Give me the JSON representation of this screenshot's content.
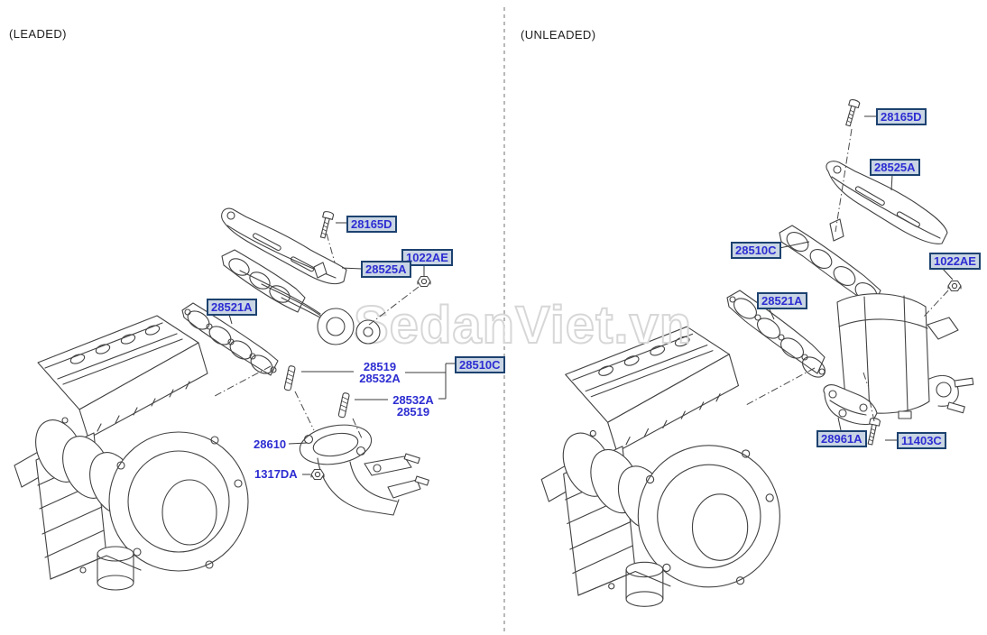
{
  "page": {
    "left_section_title": "(LEADED)",
    "right_section_title": "(UNLEADED)",
    "watermark": "SedanViet.vn"
  },
  "colors": {
    "part_label_text": "#2d2dd2",
    "part_label_box_background": "#c9d5e4",
    "part_label_box_border": "#1d4270",
    "drawing_line": "#434343",
    "watermark_outline": "#d7d7d7",
    "divider_line": "#8a8a8a",
    "background": "#ffffff"
  },
  "leaded": {
    "labels": {
      "mounting_bolt": "28165D",
      "flange_nut": "1022AE",
      "heat_protector": "28525A",
      "manifold_gasket": "28521A",
      "stud_upper_line1": "28519",
      "stud_upper_line2": "28532A",
      "exhaust_manifold": "28510C",
      "stud_lower_line1": "28532A",
      "stud_lower_line2": "28519",
      "front_pipe": "28610",
      "front_pipe_nut": "1317DA"
    }
  },
  "unleaded": {
    "labels": {
      "mounting_bolt": "28165D",
      "heat_protector": "28525A",
      "exhaust_manifold": "28510C",
      "flange_nut": "1022AE",
      "manifold_gasket": "28521A",
      "support_bracket": "28961A",
      "bracket_bolt": "11403C"
    }
  }
}
